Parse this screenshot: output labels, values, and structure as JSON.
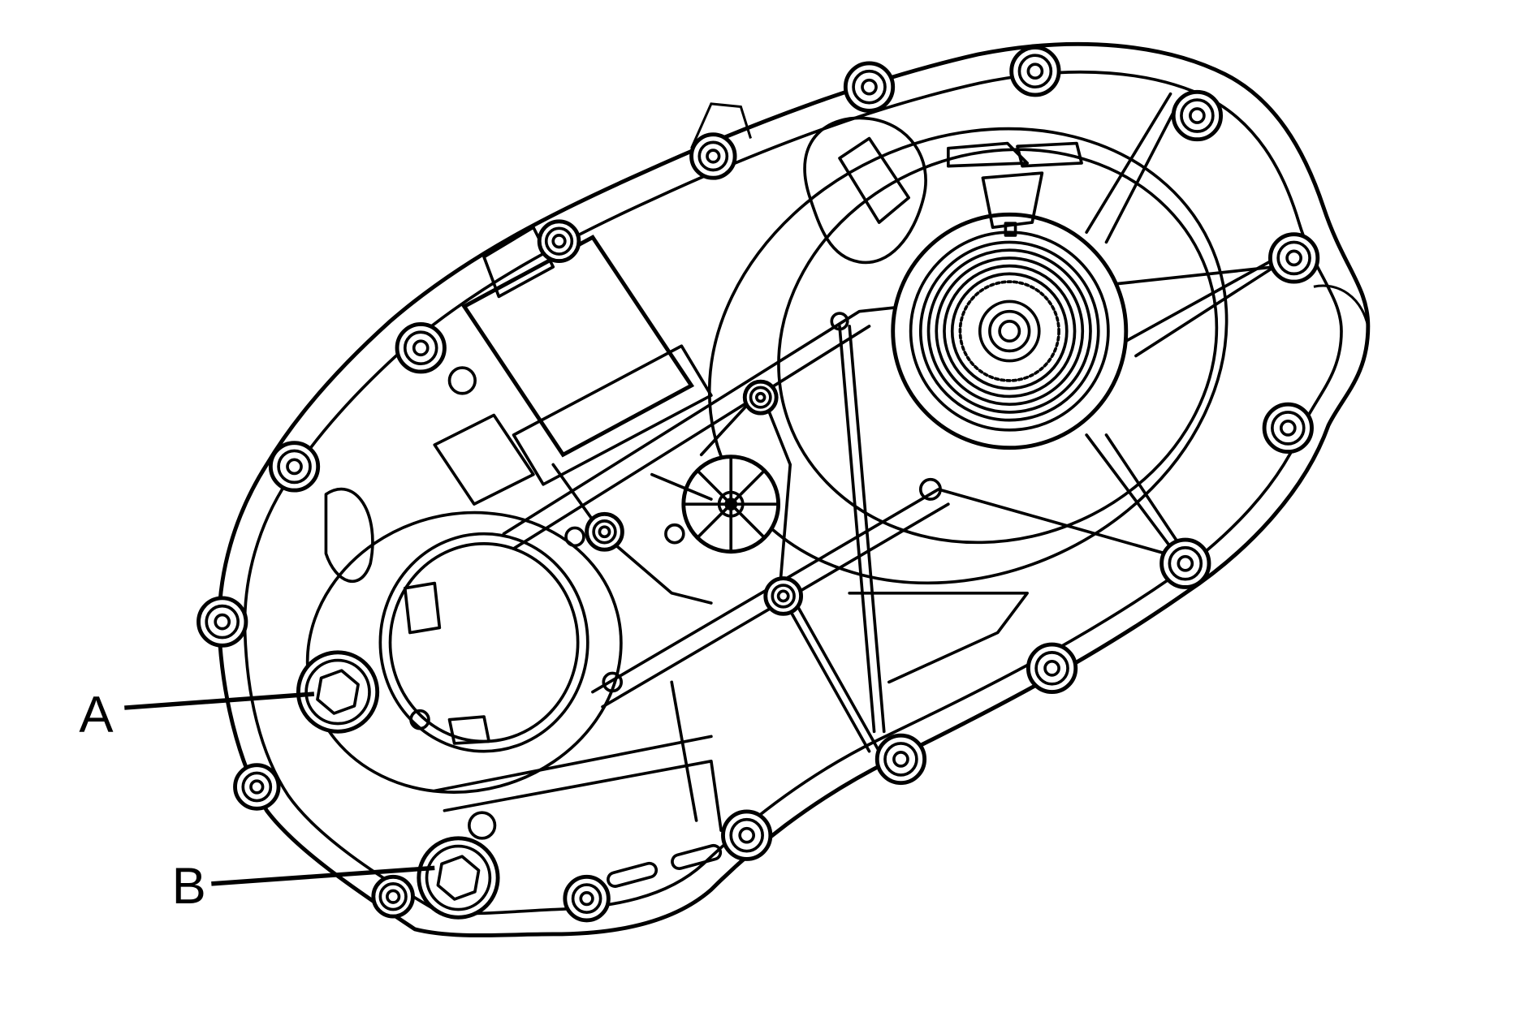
{
  "diagram": {
    "subject": "transfer case housing line drawing",
    "background_color": "#ffffff",
    "line_color": "#000000",
    "callouts": [
      {
        "id": "A",
        "label": "A",
        "target": "upper plug (hex head)"
      },
      {
        "id": "B",
        "label": "B",
        "target": "lower plug (hex head)"
      }
    ]
  }
}
